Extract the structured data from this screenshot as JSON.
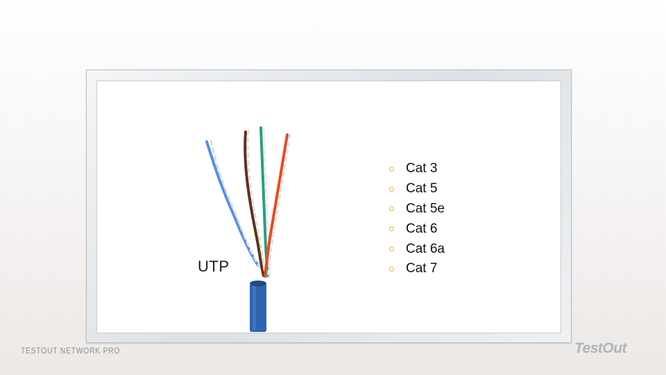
{
  "slide": {
    "image_label": "UTP",
    "categories": [
      {
        "label": "Cat 3"
      },
      {
        "label": "Cat 5"
      },
      {
        "label": "Cat 5e"
      },
      {
        "label": "Cat 6"
      },
      {
        "label": "Cat 6a"
      },
      {
        "label": "Cat 7"
      }
    ],
    "footer_text": "TESTOUT NETWORK PRO",
    "logo_text": "TestOut"
  },
  "colors": {
    "bullet": "#e4b43a",
    "cable_jacket": "#2f63b0",
    "wire_blue": "#5a8fd6",
    "wire_brown": "#5a3320",
    "wire_green": "#2f9c7e",
    "wire_orange": "#d9502a"
  }
}
